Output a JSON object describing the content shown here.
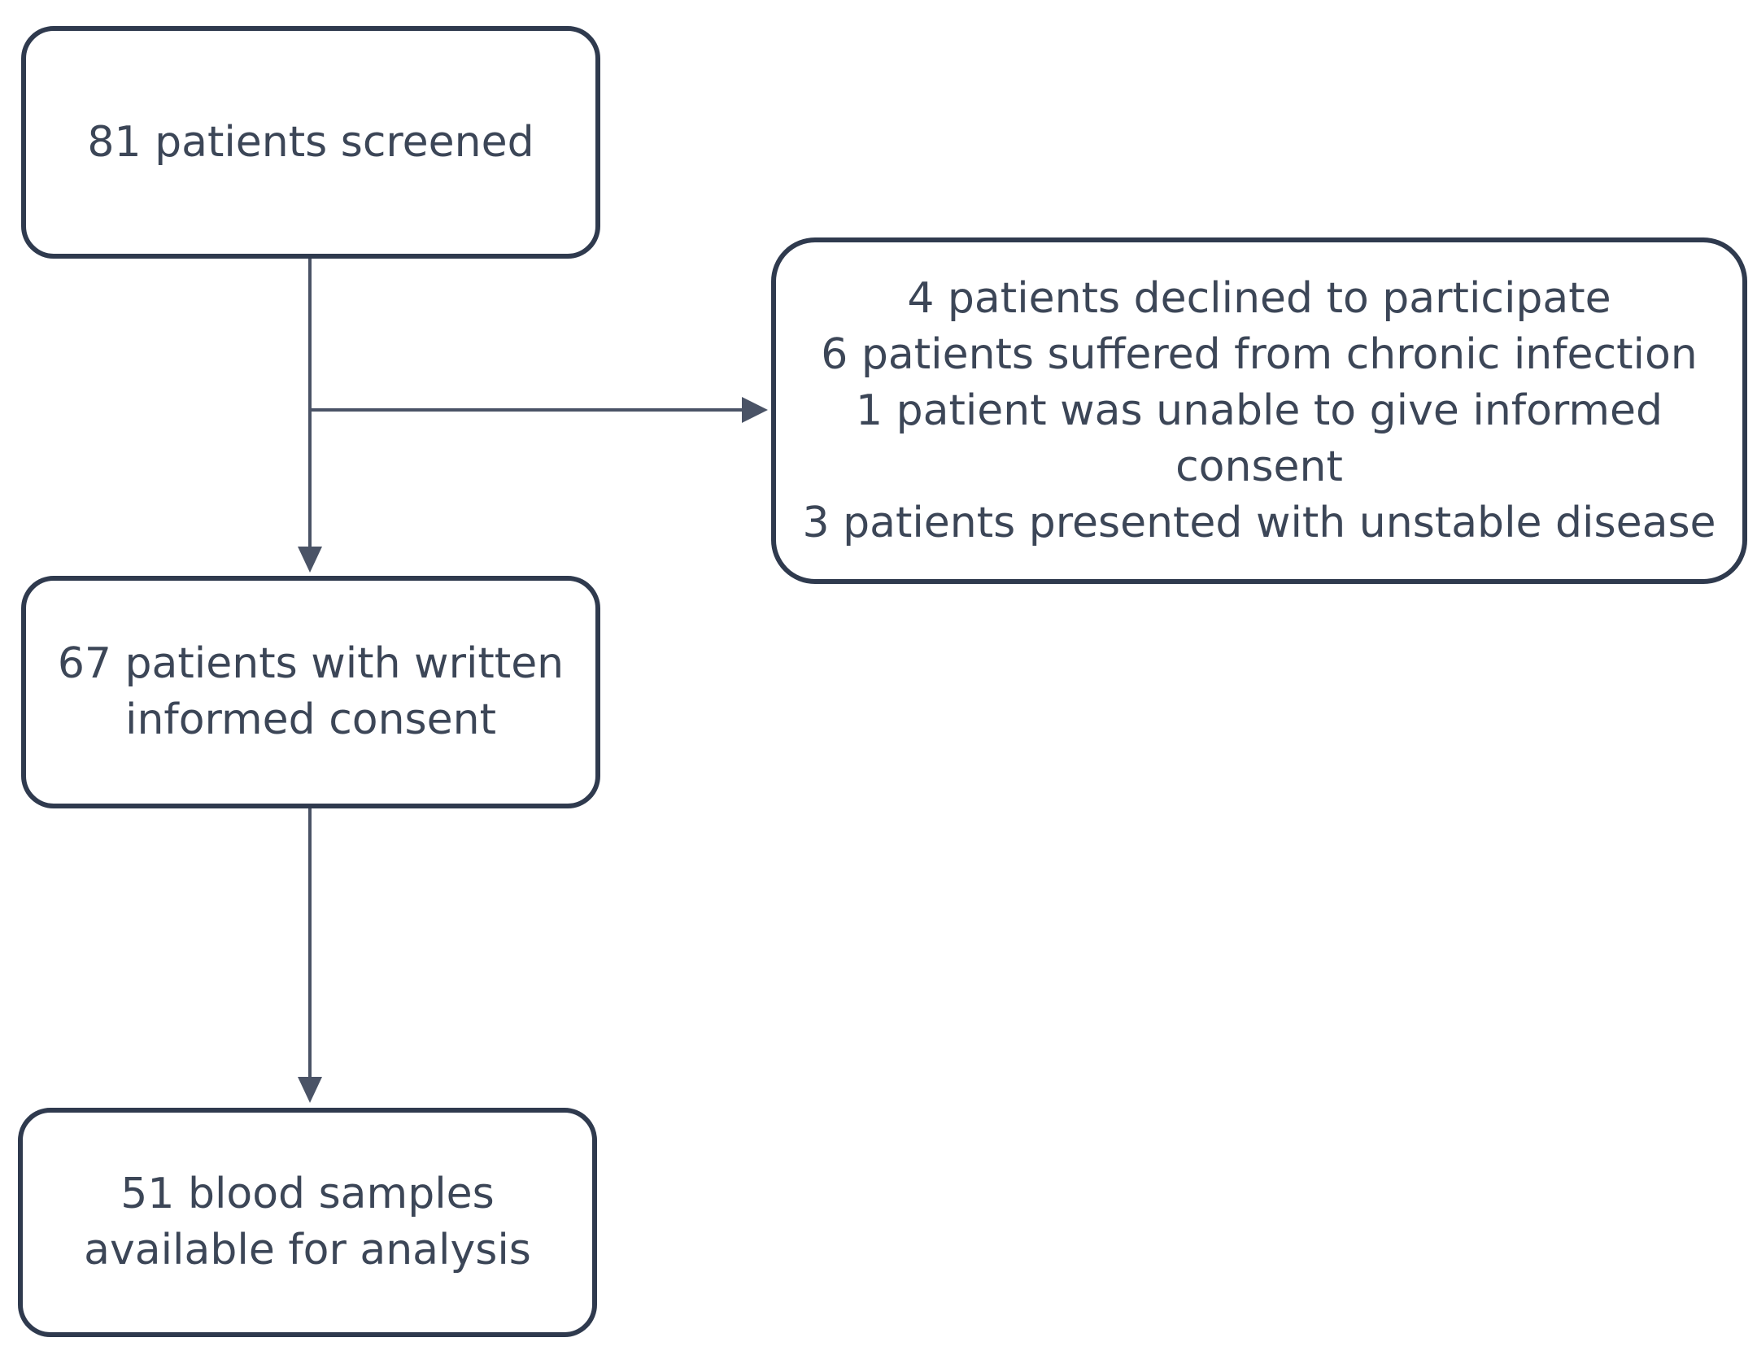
{
  "flowchart": {
    "screened": {
      "lines": [
        "81 patients screened"
      ]
    },
    "excluded": {
      "lines": [
        "4 patients declined to participate",
        "6 patients suffered from chronic infection",
        "1 patient was unable to give informed",
        "consent",
        "3 patients presented with unstable disease"
      ]
    },
    "consented": {
      "lines": [
        "67 patients with written",
        "informed consent"
      ]
    },
    "samples": {
      "lines": [
        "51 blood samples",
        "available for analysis"
      ]
    }
  },
  "colors": {
    "stroke": "#2f3a4e",
    "text": "#3c4657",
    "background": "#ffffff"
  }
}
